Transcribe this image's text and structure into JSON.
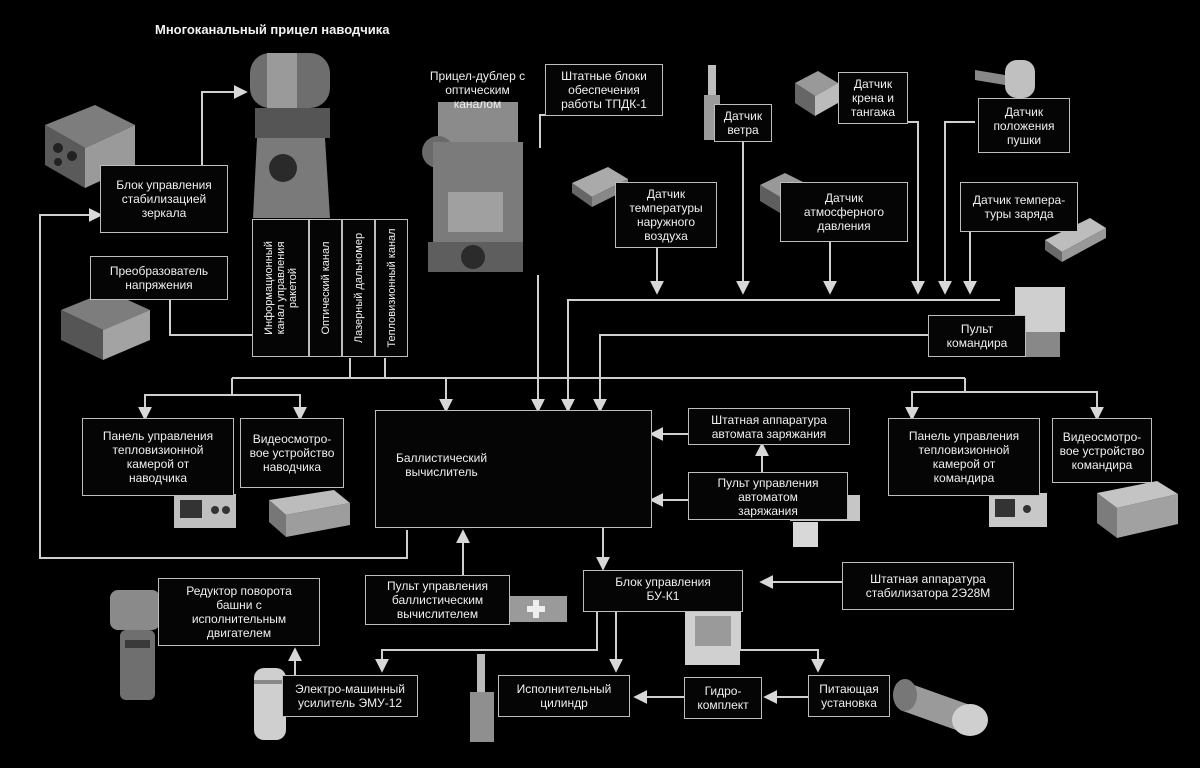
{
  "title": "Многоканальный прицел наводчика",
  "sight_channels": [
    "Информационный\nканал управления\nракетой",
    "Оптический канал",
    "Лазерный дальномер",
    "Тепловизионный канал"
  ],
  "blocks": {
    "mirror_stab": "Блок управления\nстабилизацией\nзеркала",
    "voltage": "Преобразователь\nнапряжения",
    "sight_duplicate": "Прицел-дублер с\nоптическим\nканалом",
    "tpdk": "Штатные блоки\nобеспечения\nработы ТПДК-1",
    "wind": "Датчик\nветра",
    "roll_pitch": "Датчик\nкрена и\nтангажа",
    "gun_pos": "Датчик\nположения\nпушки",
    "air_temp": "Датчик\nтемпературы\nнаружного\nвоздуха",
    "atm_pressure": "Датчик\nатмосферного\nдавления",
    "charge_temp": "Датчик темпера-\nтуры заряда",
    "cmd_console": "Пульт\nкомандира",
    "panel_gunner": "Панель управления\nтепловизионной\nкамерой от\nнаводчика",
    "video_gunner": "Видеосмотро-\nвое устройство\nнаводчика",
    "ballistic": "Баллистический\nвычислитель",
    "autoloader_equip": "Штатная аппаратура\nавтомата заряжания",
    "autoloader_console": "Пульт управления\nавтоматом\nзаряжания",
    "panel_cmd": "Панель управления\nтепловизионной\nкамерой от\nкомандира",
    "video_cmd": "Видеосмотро-\nвое устройство\nкомандира",
    "turret_reducer": "Редуктор поворота\nбашни с\nисполнительным\nдвигателем",
    "ballistic_console": "Пульт управления\nбаллистическим\nвычислителем",
    "bu_k1": "Блок управления\nБУ-К1",
    "stabilizer": "Штатная аппаратура\nстабилизатора 2Э28М",
    "emu": "Электро-машинный\nусилитель ЭМУ-12",
    "cylinder": "Исполнительный\nцилиндр",
    "hydro": "Гидро-\nкомплект",
    "power": "Питающая\nустановка"
  },
  "colors": {
    "background": "#000000",
    "line": "#d0d0d0",
    "device": "#8a8a8a"
  }
}
